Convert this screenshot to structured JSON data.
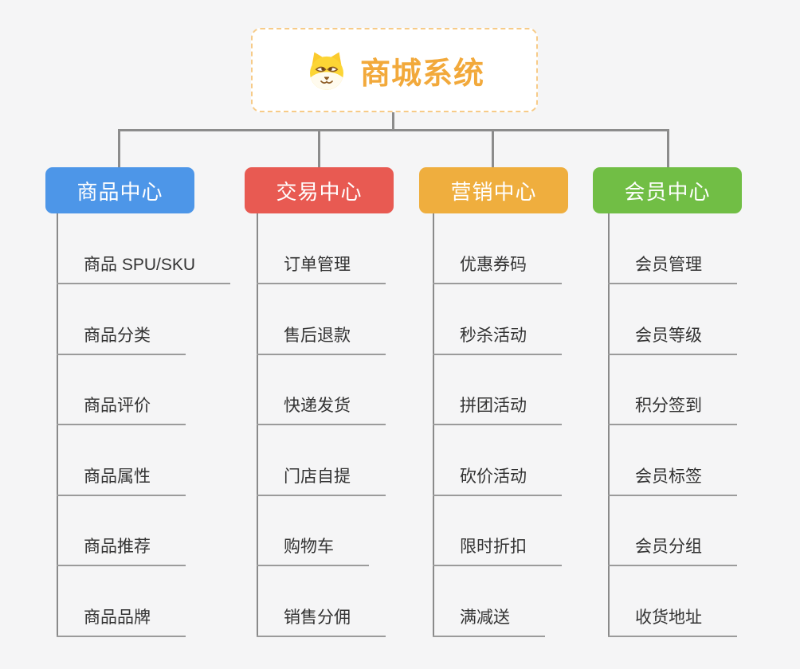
{
  "root": {
    "title": "商城系统",
    "icon": "dog-icon",
    "accent_color": "#f2a93b",
    "border_color": "#f7cb88"
  },
  "branches": [
    {
      "label": "商品中心",
      "color": "#4d96e8",
      "items": [
        "商品 SPU/SKU",
        "商品分类",
        "商品评价",
        "商品属性",
        "商品推荐",
        "商品品牌"
      ]
    },
    {
      "label": "交易中心",
      "color": "#e85a52",
      "items": [
        "订单管理",
        "售后退款",
        "快递发货",
        "门店自提",
        "购物车",
        "销售分佣"
      ]
    },
    {
      "label": "营销中心",
      "color": "#efae3e",
      "items": [
        "优惠券码",
        "秒杀活动",
        "拼团活动",
        "砍价活动",
        "限时折扣",
        "满减送"
      ]
    },
    {
      "label": "会员中心",
      "color": "#71be45",
      "items": [
        "会员管理",
        "会员等级",
        "积分签到",
        "会员标签",
        "会员分组",
        "收货地址"
      ]
    }
  ],
  "colors": {
    "background": "#f5f5f6",
    "connector": "#8c8c8c",
    "underline": "#9b9b9b",
    "leaf_text": "#333333"
  }
}
